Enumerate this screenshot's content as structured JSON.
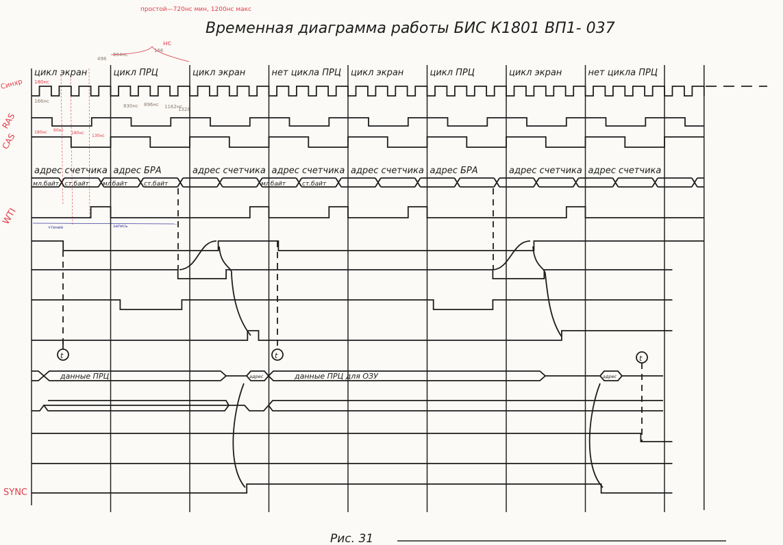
{
  "title": "Временная диаграмма работы БИС  К1801 ВП1- 037",
  "figure_caption": "Рис. 31",
  "red_note": "простой—720нс мин, 1200нс макс",
  "signal_labels": {
    "clk": "Синхр",
    "ras": "RAS",
    "cas": "CAS",
    "wti": "WTI",
    "sync": "SYNC"
  },
  "cycles": [
    {
      "name": "цикл   экран",
      "address": "адрес  счетчика"
    },
    {
      "name": "цикл   ПРЦ",
      "address": "адрес  БРА"
    },
    {
      "name": "цикл   экран",
      "address": "адрес счетчика"
    },
    {
      "name": "нет цикла ПРЦ",
      "address": "адрес  счетчика"
    },
    {
      "name": "цикл  экран",
      "address": "адрес  счетчика"
    },
    {
      "name": "цикл   ПРЦ",
      "address": "адрес   БРА"
    },
    {
      "name": "цикл   экран",
      "address": "адрес  счетчика"
    },
    {
      "name": "нет цикла ПРЦ",
      "address": "адрес  счетчика"
    }
  ],
  "bus_labels": {
    "lo_byte": "мл.байт",
    "hi_byte": "ст.байт",
    "lo_short": "мл",
    "byte": "байт",
    "data_prc": "данные      ПРЦ",
    "addr": "адрес",
    "data_prc_ozu": "данные      ПРЦ  для  ОЗУ"
  },
  "timing_marks": [
    "t",
    "t",
    "t"
  ],
  "pencil_notes": [
    "180нс",
    "166нс",
    "830нс",
    "896нс",
    "1162нс",
    "1328",
    "498",
    "664нс",
    "166",
    "нс",
    "180нс",
    "60нс",
    "180нс",
    "130нс"
  ],
  "blue_notes": [
    "чтение",
    "запись"
  ],
  "signals": {
    "ras": [
      [
        0,
        1
      ],
      [
        0.26,
        0
      ],
      [
        0.76,
        1
      ],
      [
        1.26,
        0
      ],
      [
        1.76,
        1
      ],
      [
        2.26,
        0
      ],
      [
        2.76,
        1
      ],
      [
        3.26,
        0
      ],
      [
        3.76,
        1
      ],
      [
        4.26,
        0
      ],
      [
        4.76,
        1
      ],
      [
        5.26,
        0
      ],
      [
        5.76,
        1
      ],
      [
        6.26,
        0
      ],
      [
        6.76,
        1
      ],
      [
        7.26,
        0
      ],
      [
        7.76,
        1
      ],
      [
        8.26,
        0
      ],
      [
        8.5,
        0
      ]
    ],
    "cas": [
      [
        0,
        1
      ],
      [
        0.5,
        0
      ],
      [
        1,
        1
      ],
      [
        1.5,
        0
      ],
      [
        2,
        1
      ],
      [
        2.5,
        0
      ],
      [
        3,
        1
      ],
      [
        3.5,
        0
      ],
      [
        4,
        1
      ],
      [
        4.5,
        0
      ],
      [
        5,
        1
      ],
      [
        5.5,
        0
      ],
      [
        6,
        1
      ],
      [
        6.5,
        0
      ],
      [
        7,
        1
      ],
      [
        7.5,
        0
      ],
      [
        8,
        1
      ],
      [
        8.5,
        1
      ]
    ],
    "wti": [
      [
        0,
        0
      ],
      [
        0.75,
        1
      ],
      [
        1,
        0
      ],
      [
        2.76,
        1
      ],
      [
        3,
        0
      ],
      [
        3.76,
        1
      ],
      [
        4,
        0
      ],
      [
        4.76,
        1
      ],
      [
        5,
        0
      ],
      [
        6.76,
        1
      ],
      [
        7,
        0
      ],
      [
        8.5,
        0
      ]
    ],
    "s7": [
      [
        0,
        1
      ],
      [
        0.4,
        0
      ],
      [
        2.36,
        1
      ],
      [
        3.12,
        0
      ],
      [
        6.35,
        1
      ],
      [
        8.5,
        1
      ]
    ],
    "s8": [
      [
        0,
        1
      ],
      [
        1.85,
        0
      ],
      [
        2.46,
        1
      ],
      [
        5.83,
        0
      ],
      [
        6.48,
        1
      ],
      [
        8.1,
        1
      ]
    ],
    "s9": [
      [
        0,
        1
      ],
      [
        1.12,
        0
      ],
      [
        1.9,
        1
      ],
      [
        5.08,
        0
      ],
      [
        5.83,
        1
      ],
      [
        8.1,
        1
      ]
    ],
    "s10": [
      [
        0,
        0
      ],
      [
        2.73,
        1
      ],
      [
        2.87,
        0
      ],
      [
        6.7,
        1
      ],
      [
        8.1,
        1
      ]
    ],
    "s12": [
      [
        0,
        1
      ],
      [
        7.7,
        1
      ],
      [
        7.7,
        0
      ],
      [
        8.1,
        0
      ]
    ],
    "s13": [
      [
        0,
        1
      ],
      [
        8.1,
        1
      ]
    ],
    "sync": [
      [
        0,
        0
      ],
      [
        2.72,
        1
      ],
      [
        7.2,
        0
      ],
      [
        8.1,
        0
      ]
    ]
  }
}
